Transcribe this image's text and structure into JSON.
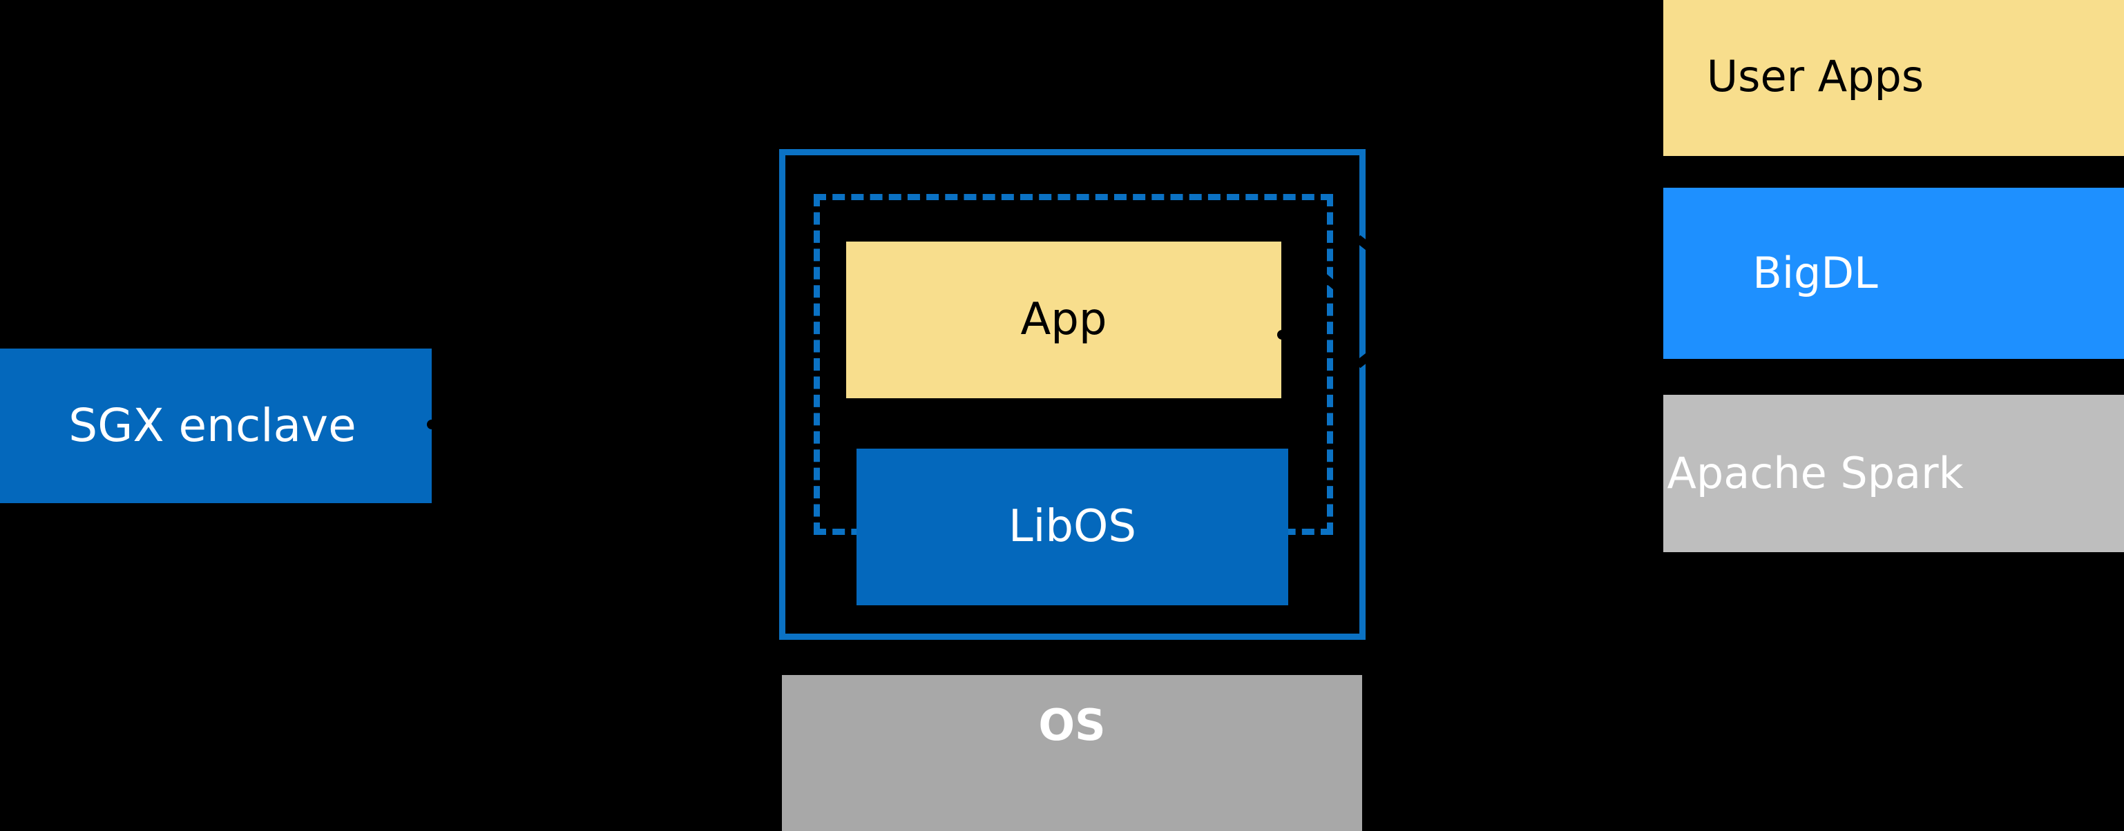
{
  "diagram": {
    "background_color": "#000000",
    "palette": {
      "yellow": "#F8DE8D",
      "dark_blue": "#0468BC",
      "outline_blue": "#0B72C4",
      "bright_blue": "#1E90FF",
      "gray": "#A8A8A8",
      "light_gray": "#BEBEBE",
      "white": "#FFFFFF",
      "black": "#000000"
    },
    "left_group": {
      "sgx_enclave": {
        "label": "SGX enclave",
        "fill": "#0468BC",
        "text_color": "#FFFFFF"
      }
    },
    "center_group": {
      "enclave_outline": {
        "name": "enclave boundary",
        "stroke": "#0B72C4",
        "style": "solid"
      },
      "enclave_dashed_outline": {
        "name": "inner trusted boundary",
        "stroke": "#0B72C4",
        "style": "dashed"
      },
      "app": {
        "label": "App",
        "fill": "#F8DE8D",
        "text_color": "#000000"
      },
      "libos": {
        "label": "LibOS",
        "fill": "#0468BC",
        "text_color": "#FFFFFF"
      },
      "os": {
        "label": "OS",
        "fill": "#A8A8A8",
        "text_color": "#FFFFFF"
      }
    },
    "right_stack": {
      "layers": [
        {
          "label": "User Apps",
          "fill": "#F8DE8D",
          "text_color": "#000000"
        },
        {
          "label": "BigDL",
          "fill": "#1E90FF",
          "text_color": "#FFFFFF"
        },
        {
          "label": "Apache Spark",
          "fill": "#BEBEBE",
          "text_color": "#FFFFFF"
        }
      ]
    }
  }
}
